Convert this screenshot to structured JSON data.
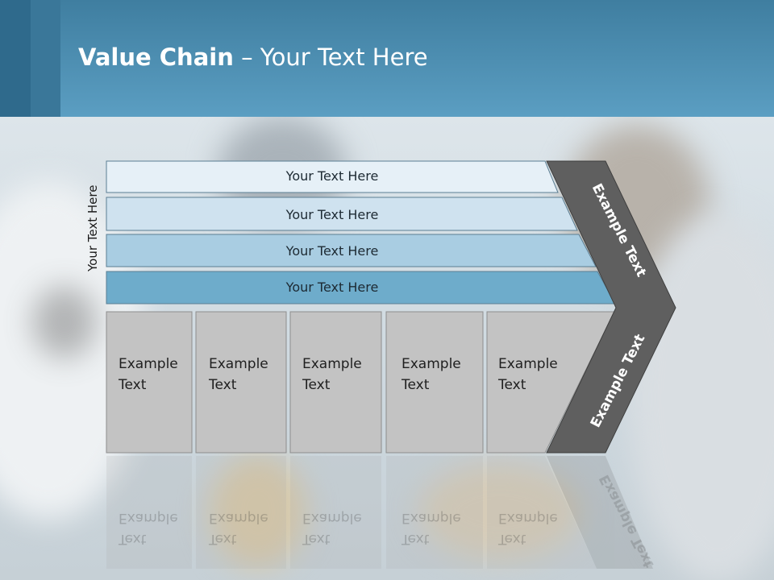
{
  "slide": {
    "title_bold": "Value Chain",
    "title_rest": " – Your Text Here"
  },
  "side_label": "Your Text Here",
  "rows": [
    {
      "label": "Your Text Here",
      "color": "#e6f0f7"
    },
    {
      "label": "Your Text Here",
      "color": "#cfe2ef"
    },
    {
      "label": "Your Text Here",
      "color": "#a9cde2"
    },
    {
      "label": "Your Text Here",
      "color": "#6eaccb"
    }
  ],
  "columns": [
    {
      "line1": "Example",
      "line2": "Text"
    },
    {
      "line1": "Example",
      "line2": "Text"
    },
    {
      "line1": "Example",
      "line2": "Text"
    },
    {
      "line1": "Example",
      "line2": "Text"
    },
    {
      "line1": "Example",
      "line2": "Text"
    }
  ],
  "arrow": {
    "upper_label": "Example Text",
    "lower_label": "Example Text",
    "color": "#5f5f5f"
  },
  "colors": {
    "header": "#4e8fb3",
    "cell": "#c3c3c3"
  }
}
